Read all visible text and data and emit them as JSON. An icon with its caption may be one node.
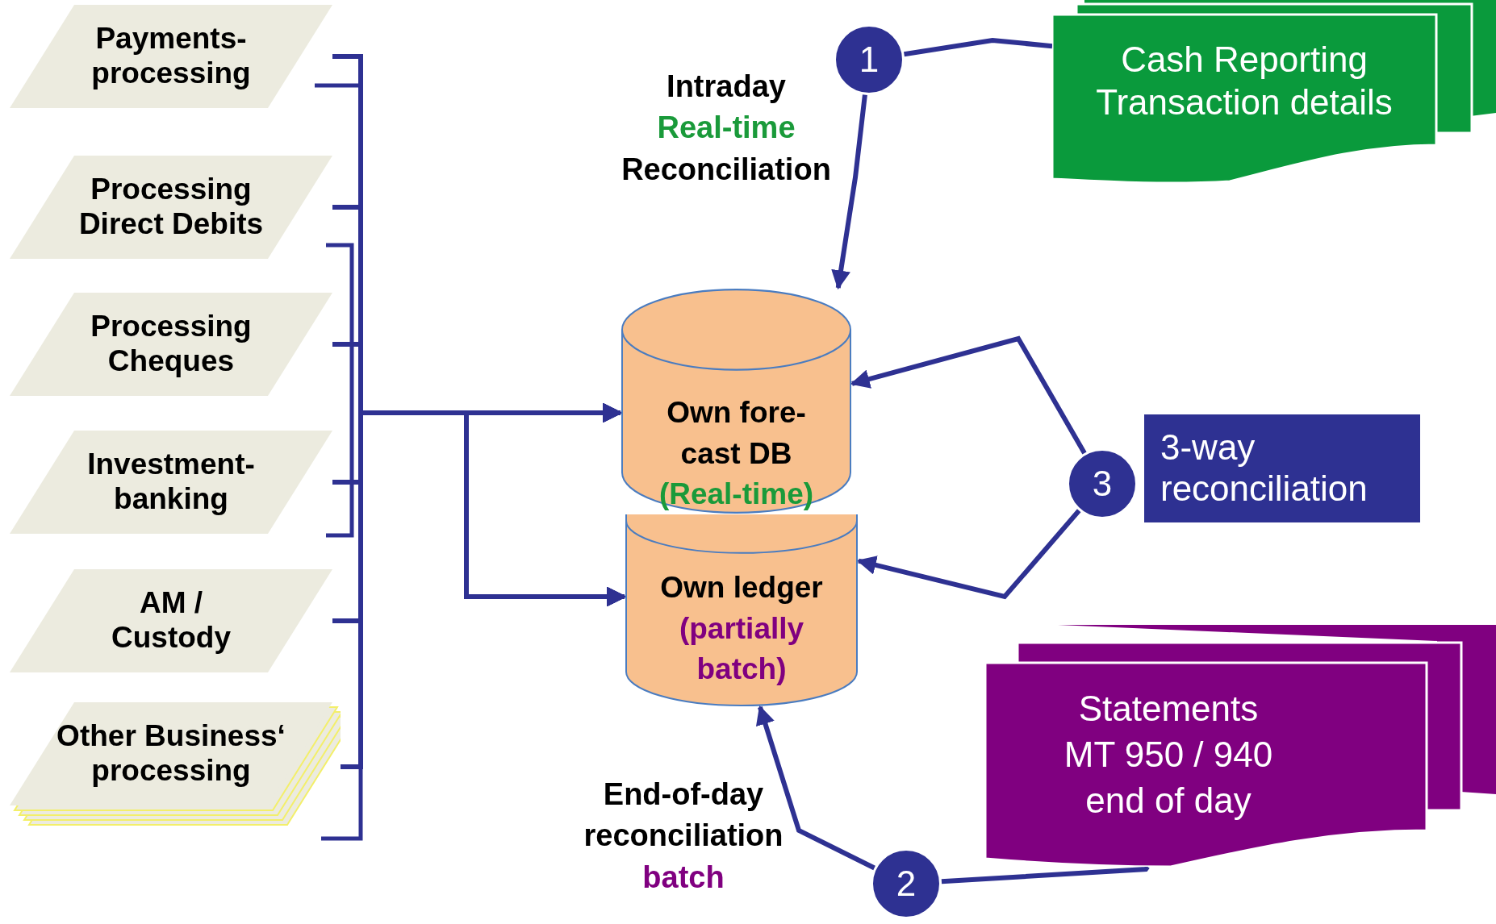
{
  "diagram": {
    "nodes": [
      {
        "text": [
          "Payments-processing"
        ]
      },
      {
        "text": [
          "Processing Direct Debits"
        ]
      },
      {
        "text": [
          "Processing Cheques"
        ]
      },
      {
        "text": [
          "Investment-banking"
        ]
      },
      {
        "text": [
          "AM / Custody"
        ]
      },
      {
        "text": [
          "Other Business‘ processing"
        ]
      },
      {
        "text": [
          "Own fore-cast DB",
          "(Real-time)"
        ]
      },
      {
        "text": [
          "Own ledger",
          "(partially batch)"
        ]
      },
      {
        "text": [
          "Cash Reporting Transaction details"
        ]
      },
      {
        "text": [
          "1"
        ]
      },
      {
        "text": [
          "3-way reconciliation"
        ]
      },
      {
        "text": [
          "3"
        ]
      },
      {
        "text": [
          "Statements MT 950 / 940 end of day"
        ]
      },
      {
        "text": [
          "2"
        ]
      }
    ],
    "edges": [
      {
        "from": 0,
        "to": 6,
        "arrow": "to"
      },
      {
        "from": 1,
        "to": 6,
        "arrow": "to"
      },
      {
        "from": 2,
        "to": 6,
        "arrow": "to"
      },
      {
        "from": 3,
        "to": 6,
        "arrow": "to"
      },
      {
        "from": 4,
        "to": 6,
        "arrow": "to"
      },
      {
        "from": 5,
        "to": 6,
        "arrow": "to"
      },
      {
        "from": 0,
        "to": 7,
        "arrow": "to"
      },
      {
        "from": 1,
        "to": 7,
        "arrow": "to"
      },
      {
        "from": 2,
        "to": 7,
        "arrow": "to"
      },
      {
        "from": 3,
        "to": 7,
        "arrow": "to"
      },
      {
        "from": 4,
        "to": 7,
        "arrow": "to"
      },
      {
        "from": 5,
        "to": 7,
        "arrow": "to"
      },
      {
        "from": 8,
        "to": 9,
        "arrow": "none"
      },
      {
        "from": 9,
        "to": 6,
        "arrow": "to"
      },
      {
        "from": 11,
        "to": 6,
        "arrow": "to"
      },
      {
        "from": 11,
        "to": 7,
        "arrow": "to"
      },
      {
        "from": 12,
        "to": 13,
        "arrow": "none"
      },
      {
        "from": 13,
        "to": 7,
        "arrow": "to"
      }
    ],
    "labels": [
      "Intraday",
      "Real-time",
      "Reconciliation",
      "End-of-day",
      "reconciliation",
      "batch"
    ]
  }
}
